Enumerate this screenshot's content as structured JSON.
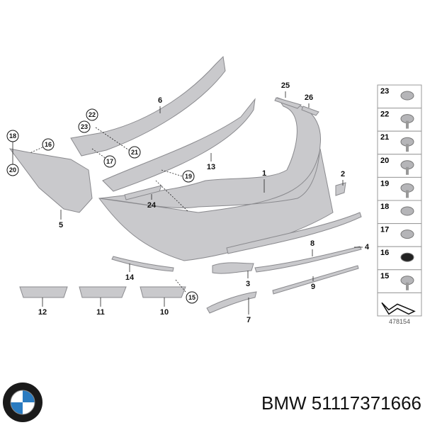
{
  "diagram": {
    "part_labels": [
      "6",
      "13",
      "5",
      "24",
      "1",
      "2",
      "4",
      "8",
      "3",
      "14",
      "9",
      "7",
      "12",
      "11",
      "10",
      "25",
      "26"
    ],
    "circled_labels": [
      "22",
      "23",
      "18",
      "16",
      "20",
      "21",
      "17",
      "19",
      "15"
    ],
    "legend_items": [
      "23",
      "22",
      "21",
      "20",
      "19",
      "18",
      "17",
      "16",
      "15"
    ],
    "drawing_code": "478154"
  },
  "caption": {
    "brand": "BMW",
    "part_number": "51117371666",
    "text": "BMW 51117371666"
  },
  "colors": {
    "part_fill": "#c9c9cc",
    "logo_blue": "#2a7bc0"
  }
}
